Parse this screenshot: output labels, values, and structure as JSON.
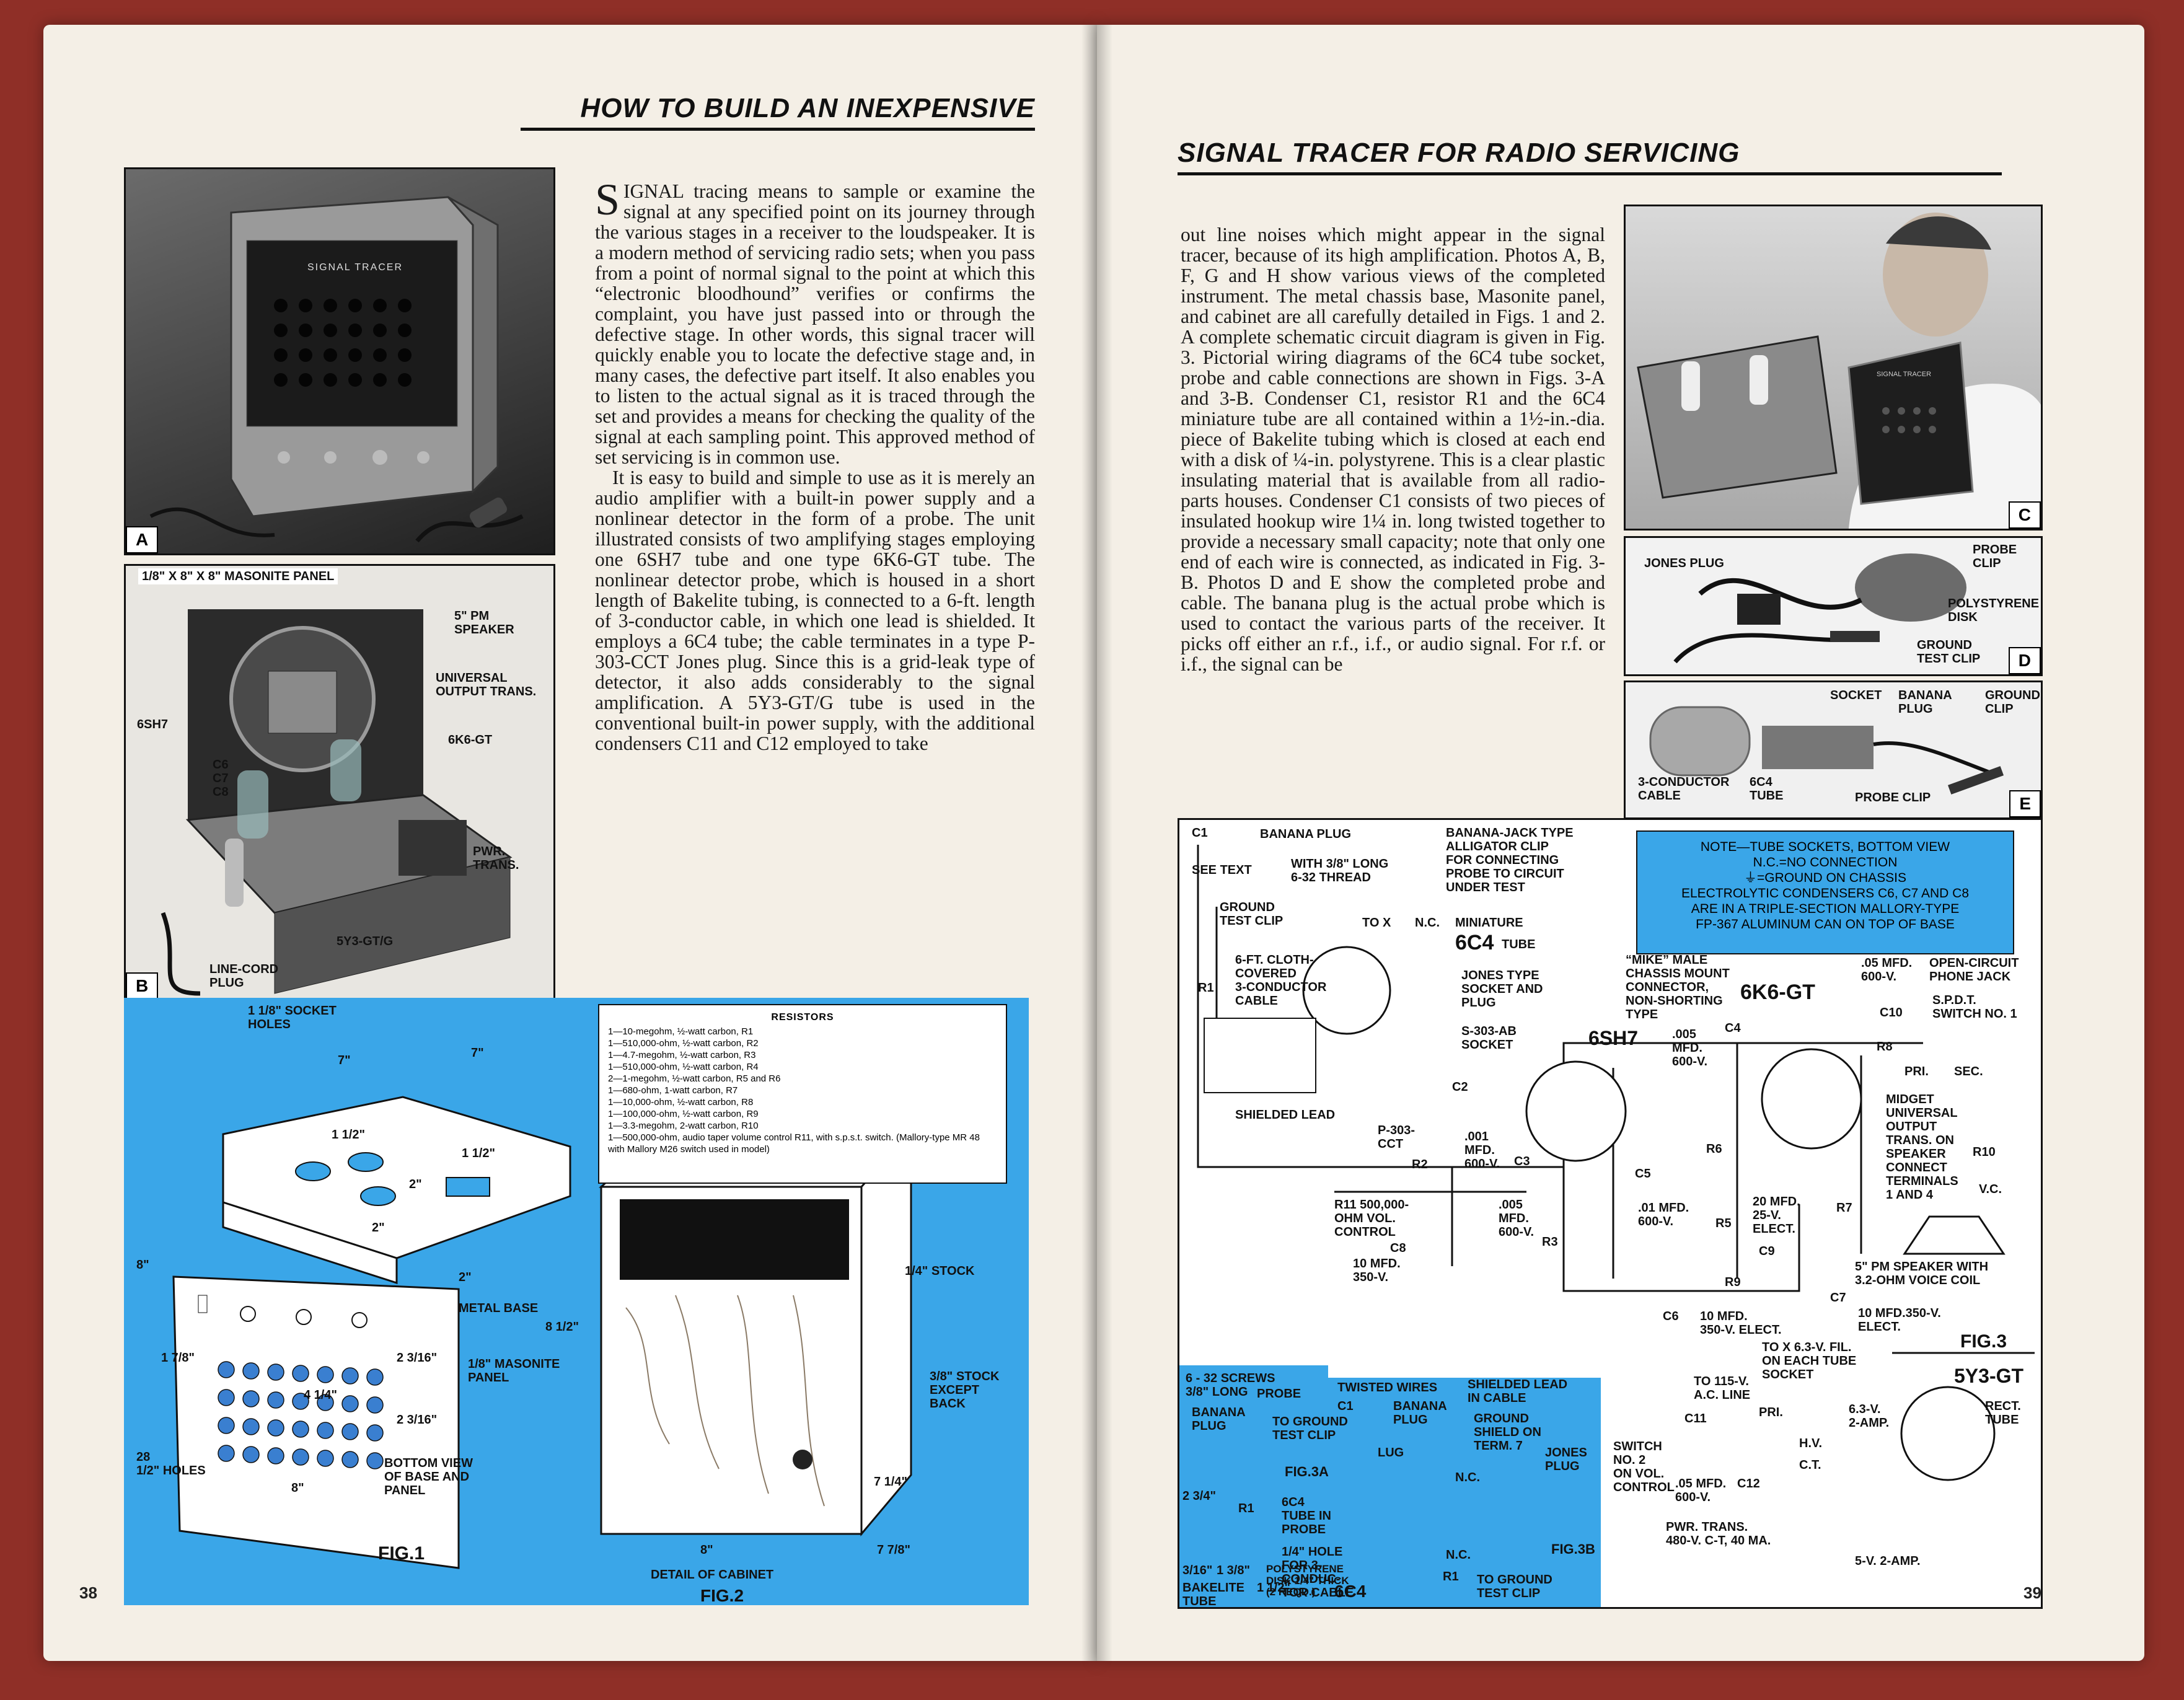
{
  "left_page": {
    "headline": "HOW TO BUILD AN INEXPENSIVE",
    "page_number": "38",
    "photo_a": {
      "tag": "A",
      "panel_text": "SIGNAL TRACER"
    },
    "photo_b": {
      "tag": "B",
      "labels": {
        "panel": "1/8\" X 8\" X 8\" MASONITE PANEL",
        "speaker": "5\" PM\nSPEAKER",
        "output": "UNIVERSAL\nOUTPUT TRANS.",
        "tube_6sh7": "6SH7",
        "tube_6k6": "6K6-GT",
        "caps": "C6\nC7\nC8",
        "pwr": "PWR.\nTRANS.",
        "rect": "5Y3-GT/G",
        "plug": "LINE-CORD\nPLUG"
      }
    },
    "body_dropcap": "S",
    "body_paragraphs": [
      "IGNAL tracing means to sample or examine the signal at any specified point on its journey through the various stages in a receiver to the loudspeaker. It is a modern method of servicing radio sets; when you pass from a point of normal signal to the point at which this “electronic bloodhound” verifies or confirms the complaint, you have just passed into or through the defective stage. In other words, this signal tracer will quickly enable you to locate the defective stage and, in many cases, the defective part itself. It also enables you to listen to the actual signal as it is traced through the set and provides a means for checking the quality of the signal at each sampling point. This approved method of set servicing is in common use.",
      "It is easy to build and simple to use as it is merely an audio amplifier with a built-in power supply and a nonlinear detector in the form of a probe. The unit illustrated consists of two amplifying stages employing one 6SH7 tube and one type 6K6-GT tube. The nonlinear detector probe, which is housed in a short length of Bakelite tubing, is connected to a 6-ft. length of 3-conductor cable, in which one lead is shielded. It employs a 6C4 tube; the cable terminates in a type P-303-CCT Jones plug. Since this is a grid-leak type of detector, it also adds considerably to the signal amplification. A 5Y3-GT/G tube is used in the conventional built-in power supply, with the additional condensers C11 and C12 employed to take"
    ],
    "fig1": {
      "caption": "FIG.1",
      "labels": {
        "socket_holes": "1 1/8\" SOCKET\nHOLES",
        "seven_a": "7\"",
        "seven_b": "7\"",
        "one_half_a": "1 1/2\"",
        "two_a": "2\"",
        "one_half_b": "1 1/2\"",
        "two_b": "2\"",
        "two_c": "2\"",
        "metal_base": "METAL BASE",
        "eight_a": "8\"",
        "one_7_8": "1 7/8\"",
        "two_3_16_a": "2 3/16\"",
        "four_quarter": "4 1/4\"",
        "two_3_16_b": "2 3/16\"",
        "holes": "28\n1/2\" HOLES",
        "eight_b": "8\"",
        "masonite": "1/8\" MASONITE\nPANEL",
        "bottom_view": "BOTTOM VIEW\nOF BASE AND\nPANEL"
      }
    },
    "resistors": {
      "title": "RESISTORS",
      "items": [
        "1—10-megohm, ½-watt carbon, R1",
        "1—510,000-ohm, ½-watt carbon, R2",
        "1—4.7-megohm, ½-watt carbon, R3",
        "1—510,000-ohm, ½-watt carbon, R4",
        "2—1-megohm, ½-watt carbon, R5 and R6",
        "1—680-ohm, 1-watt carbon, R7",
        "1—10,000-ohm, ½-watt carbon, R8",
        "1—100,000-ohm, ½-watt carbon, R9",
        "1—3.3-megohm, 2-watt carbon, R10",
        "1—500,000-ohm, audio taper volume control R11, with s.p.s.t. switch. (Mallory-type MR 48 with Mallory M26 switch used in model)"
      ]
    },
    "fig2": {
      "caption": "FIG.2",
      "labels": {
        "stock_quarter": "1/4\" STOCK",
        "eight_half": "8 1/2\"",
        "stock_3_8": "3/8\" STOCK\nEXCEPT\nBACK",
        "seven_quarter": "7 1/4\"",
        "eight": "8\"",
        "seven_7_8": "7 7/8\"",
        "detail": "DETAIL OF CABINET"
      }
    }
  },
  "right_page": {
    "headline": "SIGNAL TRACER FOR RADIO SERVICING",
    "page_number": "39",
    "body_paragraphs": [
      "out line noises which might appear in the signal tracer, because of its high amplification. Photos A, B, F, G and H show various views of the completed instrument. The metal chassis base, Masonite panel, and cabinet are all carefully detailed in Figs. 1 and 2. A complete schematic circuit diagram is given in Fig. 3. Pictorial wiring diagrams of the 6C4 tube socket, probe and cable connections are shown in Figs. 3-A and 3-B. Condenser C1, resistor R1 and the 6C4 miniature tube are all contained within a 1½-in.-dia. piece of Bakelite tubing which is closed at each end with a disk of ¼-in. polystyrene. This is a clear plastic insulating material that is available from all radio-parts houses. Condenser C1 consists of two pieces of insulated hookup wire 1¼ in. long twisted together to provide a necessary small capacity; note that only one end of each wire is connected, as indicated in Fig. 3-B. Photos D and E show the completed probe and cable. The banana plug is the actual probe which is used to contact the various parts of the receiver. It picks off either an r.f., i.f., or audio signal. For r.f. or i.f., the signal can be"
    ],
    "photo_c": {
      "tag": "C",
      "panel_text": "SIGNAL TRACER"
    },
    "photo_d": {
      "tag": "D",
      "labels": {
        "jones": "JONES PLUG",
        "probe_clip": "PROBE\nCLIP",
        "poly": "POLYSTYRENE\nDISK",
        "ground": "GROUND\nTEST CLIP"
      }
    },
    "photo_e": {
      "tag": "E",
      "labels": {
        "socket": "SOCKET",
        "banana": "BANANA\nPLUG",
        "ground": "GROUND\nCLIP",
        "cable": "3-CONDUCTOR\nCABLE",
        "tube": "6C4\nTUBE",
        "probe_clip": "PROBE CLIP"
      }
    },
    "note": "NOTE—TUBE SOCKETS, BOTTOM VIEW\nN.C.=NO CONNECTION\n⏚=GROUND ON CHASSIS\nELECTROLYTIC CONDENSERS C6, C7 AND C8\nARE IN A TRIPLE-SECTION MALLORY-TYPE\nFP-367 ALUMINUM CAN ON TOP OF BASE",
    "fig3": {
      "caption": "FIG.3",
      "labels": {
        "c1": "C1",
        "banana_plug": "BANANA PLUG",
        "see_text": "SEE TEXT",
        "with_38": "WITH 3/8\" LONG\n6-32 THREAD",
        "jack": "BANANA-JACK TYPE\nALLIGATOR CLIP\nFOR CONNECTING\nPROBE TO CIRCUIT\nUNDER TEST",
        "ground_clip": "GROUND\nTEST CLIP",
        "to_x": "TO X",
        "nc": "N.C.",
        "miniature": "MINIATURE",
        "tube_6c4": "6C4",
        "tube_word": "TUBE",
        "cloth": "6-FT. CLOTH-\nCOVERED\n3-CONDUCTOR\nCABLE",
        "r1": "R1",
        "jones_socket": "JONES TYPE\nSOCKET AND\nPLUG",
        "s303": "S-303-AB\nSOCKET",
        "mike": "“MIKE” MALE\nCHASSIS MOUNT\nCONNECTOR,\nNON-SHORTING\nTYPE",
        "tube_6k6": "6K6-GT",
        "c05": ".05 MFD.\n600-V.",
        "open_circuit": "OPEN-CIRCUIT\nPHONE JACK",
        "spdt": "S.P.D.T.\nSWITCH NO. 1",
        "c10": "C10",
        "tube_6sh7": "6SH7",
        "c005": ".005\nMFD.\n600-V.",
        "c4": "C4",
        "r8": "R8",
        "pri": "PRI.",
        "sec": "SEC.",
        "shielded": "SHIELDED LEAD",
        "p303": "P-303-\nCCT",
        "c2": "C2",
        "c001": ".001\nMFD.\n600-V.",
        "r2": "R2",
        "c3": "C3",
        "c5": "C5",
        "r11": "R11 500,000-\nOHM VOL.\nCONTROL",
        "c8": "C8",
        "c8v": "10 MFD.\n350-V.",
        "c005b": ".005\nMFD.\n600-V.",
        "r3": "R3",
        "c01": ".01 MFD.\n600-V.",
        "r5": "R5",
        "r6": "R6",
        "c20": "20 MFD.\n25-V.\nELECT.",
        "c9": "C9",
        "r7": "R7",
        "r9": "R9",
        "c6": "C6",
        "c6v": "10 MFD.\n350-V. ELECT.",
        "c7": "C7",
        "c7v": "10 MFD.350-V.\nELECT.",
        "midget": "MIDGET\nUNIVERSAL\nOUTPUT\nTRANS. ON\nSPEAKER\nCONNECT\nTERMINALS\n1 AND 4",
        "r10": "R10",
        "vc": "V.C.",
        "speaker": "5\" PM SPEAKER WITH\n3.2-OHM VOICE COIL",
        "fil": "TO X  6.3-V. FIL.\nON EACH TUBE\nSOCKET",
        "ac": "TO 115-V.\nA.C. LINE",
        "tube_5y3": "5Y3-GT",
        "rect_tube": "RECT.\nTUBE",
        "switch2": "SWITCH\nNO. 2\nON VOL.\nCONTROL",
        "c11": "C11",
        "c12": "C12",
        "c05b": ".05 MFD.\n600-V.",
        "pri2": "PRI.",
        "hv": "H.V.",
        "ct": "C.T.",
        "v63": "6.3-V.\n2-AMP.",
        "pwr": "PWR. TRANS.\n480-V. C-T, 40 MA.",
        "v5": "5-V. 2-AMP."
      }
    },
    "fig3a": {
      "caption": "FIG.3A",
      "labels": {
        "screws": "6 - 32 SCREWS\n3/8\" LONG",
        "banana": "BANANA\nPLUG",
        "probe": "PROBE",
        "to_ground": "TO GROUND\nTEST CLIP",
        "tube": "6C4\nTUBE IN\nPROBE",
        "hole": "1/4\" HOLE\nFOR 3-\nCONDUC-\nTOR CABLE",
        "dim": "2 3/4\"",
        "dim_small": "3/16\"",
        "dim_138": "1 3/8\"",
        "dim_112": "1 1/2\"",
        "disk": "POLYSTYRENE\nDISK 1/4\" THICK\n(2 REQD.)",
        "bakelite": "BAKELITE\nTUBE",
        "r1": "R1"
      }
    },
    "fig3b": {
      "caption": "FIG.3B",
      "labels": {
        "twisted": "TWISTED WIRES",
        "c1": "C1",
        "banana": "BANANA\nPLUG",
        "shielded": "SHIELDED LEAD\nIN CABLE",
        "ground_shield": "GROUND\nSHIELD ON\nTERM. 7",
        "lug": "LUG",
        "nc": "N.C.",
        "jones": "JONES\nPLUG",
        "r1": "R1",
        "nc2": "N.C.",
        "to_ground": "TO GROUND\nTEST CLIP",
        "tube": "6C4"
      }
    }
  },
  "colors": {
    "cover": "#8f2f27",
    "paper": "#f4efe6",
    "figure_blue": "#3aa6e8",
    "ink": "#111111"
  }
}
